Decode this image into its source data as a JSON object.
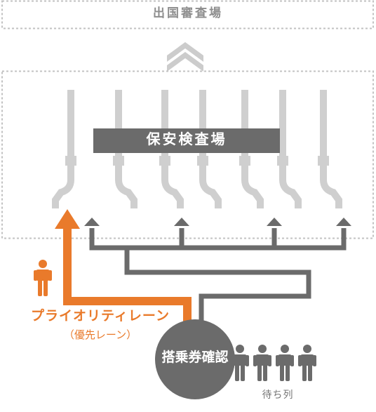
{
  "labels": {
    "immigration": "出国審査場",
    "security": "保安検査場",
    "priority_lane": "プライオリティレーン",
    "priority_lane_sub": "（優先レーン）",
    "boarding_check": "搭乗券確認",
    "waiting_line": "待ち列"
  },
  "colors": {
    "priority": "#e97a2b",
    "path": "#6b6b6b",
    "lane": "#cfcfcf",
    "banner": "#6b6b6b",
    "dashed_border": "#c2c2c2"
  }
}
